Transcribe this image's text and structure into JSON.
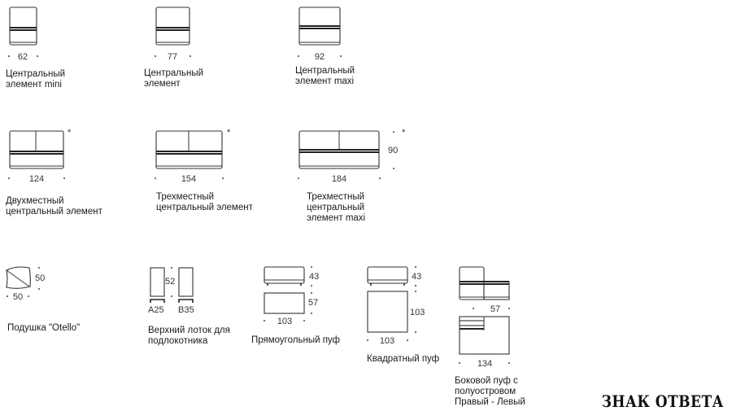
{
  "modules": {
    "mini": {
      "width": "62",
      "line1": "Центральный",
      "line2": "элемент mini"
    },
    "std": {
      "width": "77",
      "line1": "Центральный",
      "line2": "элемент"
    },
    "maxi": {
      "width": "92",
      "line1": "Центральный",
      "line2": "элемент maxi"
    },
    "two": {
      "width": "124",
      "line1": "Двухместный",
      "line2": "центральный элемент"
    },
    "three": {
      "width": "154",
      "line1": "Трехместный",
      "line2": "центральный элемент"
    },
    "threemax": {
      "width": "184",
      "height": "90",
      "line1": "Трехместный",
      "line2": "центральный",
      "line3": "элемент maxi"
    }
  },
  "asterisk": "*",
  "cushion": {
    "w": "50",
    "h": "50",
    "label": "Подушка \"Otello\""
  },
  "armrest": {
    "h": "52",
    "a": "A25",
    "b": "B35",
    "line1": "Верхний лоток для",
    "line2": "подлокотника"
  },
  "rect_pouf": {
    "h": "43",
    "d": "57",
    "w": "103",
    "label": "Прямоугольный пуф"
  },
  "square_pouf": {
    "h": "43",
    "d": "103",
    "w": "103",
    "label": "Квадратный пуф"
  },
  "side_pouf": {
    "d": "57",
    "w": "134",
    "line1": "Боковой пуф с",
    "line2": "полуостровом",
    "line3": "Правый - Левый"
  },
  "brand": "ЗНАК ОТВЕТА"
}
